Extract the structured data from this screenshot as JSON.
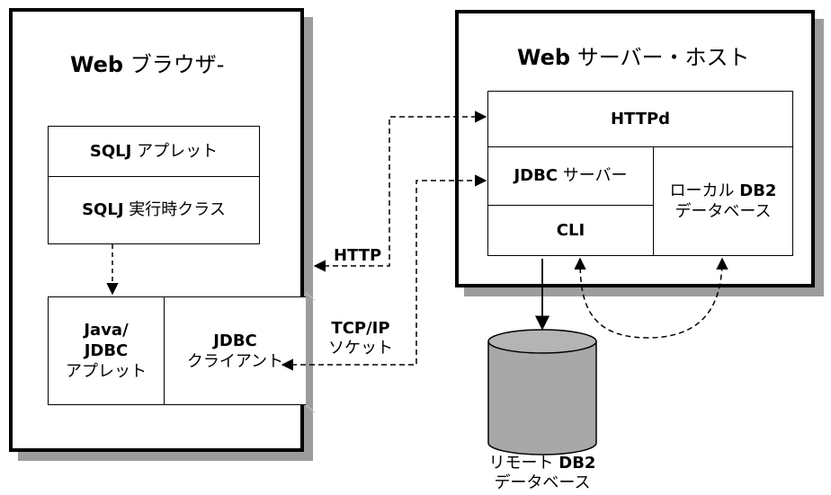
{
  "browser": {
    "title_bold": "Web",
    "title_rest": " ブラウザ-",
    "applet": {
      "bold": "SQLJ",
      "rest": " アプレット"
    },
    "runtime": {
      "bold": "SQLJ",
      "rest": " 実行時クラス"
    },
    "java_applet": {
      "line1": "Java/",
      "line2": "JDBC",
      "line3": "アプレット"
    },
    "jdbc_client": {
      "line1": "JDBC",
      "line2": "クライアント"
    }
  },
  "server": {
    "title_bold": "Web",
    "title_rest": " サーバー・ホスト",
    "httpd": "HTTPd",
    "jdbc_server": {
      "bold": "JDBC",
      "rest": " サーバー"
    },
    "cli": "CLI",
    "local_db2": {
      "line1_rest": "ローカル ",
      "line1_bold": "DB2",
      "line2": "データベース"
    }
  },
  "connections": {
    "http": "HTTP",
    "tcpip": "TCP/IP",
    "socket": "ソケット"
  },
  "remote_db": {
    "line1_rest": "リモート ",
    "line1_bold": "DB2",
    "line2": "データベース"
  }
}
